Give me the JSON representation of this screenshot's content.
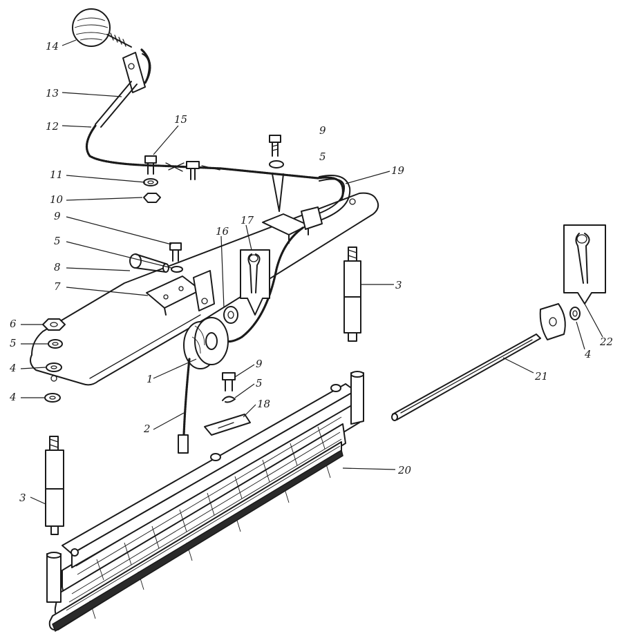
{
  "diagram": {
    "callouts": [
      {
        "id": "c14",
        "label": "14"
      },
      {
        "id": "c13",
        "label": "13"
      },
      {
        "id": "c12",
        "label": "12"
      },
      {
        "id": "c15",
        "label": "15"
      },
      {
        "id": "c9a",
        "label": "9"
      },
      {
        "id": "c5a",
        "label": "5"
      },
      {
        "id": "c19",
        "label": "19"
      },
      {
        "id": "c11",
        "label": "11"
      },
      {
        "id": "c10",
        "label": "10"
      },
      {
        "id": "c9b",
        "label": "9"
      },
      {
        "id": "c17",
        "label": "17"
      },
      {
        "id": "c16",
        "label": "16"
      },
      {
        "id": "c5b",
        "label": "5"
      },
      {
        "id": "c8",
        "label": "8"
      },
      {
        "id": "c7",
        "label": "7"
      },
      {
        "id": "c3a",
        "label": "3"
      },
      {
        "id": "c6",
        "label": "6"
      },
      {
        "id": "c5c",
        "label": "5"
      },
      {
        "id": "c4a",
        "label": "4"
      },
      {
        "id": "c4b",
        "label": "4"
      },
      {
        "id": "c1",
        "label": "1"
      },
      {
        "id": "c9c",
        "label": "9"
      },
      {
        "id": "c5d",
        "label": "5"
      },
      {
        "id": "c18",
        "label": "18"
      },
      {
        "id": "c2",
        "label": "2"
      },
      {
        "id": "c21",
        "label": "21"
      },
      {
        "id": "c4c",
        "label": "4"
      },
      {
        "id": "c22",
        "label": "22"
      },
      {
        "id": "c20",
        "label": "20"
      },
      {
        "id": "c3b",
        "label": "3"
      }
    ]
  }
}
